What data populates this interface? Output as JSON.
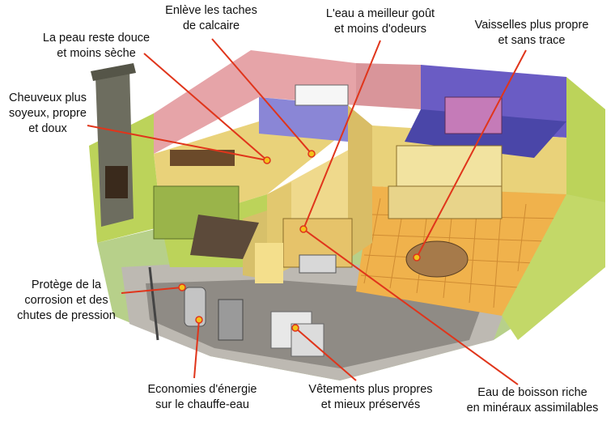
{
  "labels": {
    "calcaire": [
      "Enlève les taches",
      "de calcaire"
    ],
    "eau_gout": [
      "L'eau a meilleur goût",
      "et moins d'odeurs"
    ],
    "vaisselle": [
      "Vaisselles plus propre",
      "et sans trace"
    ],
    "peau": [
      "La peau reste douce",
      "et moins sèche"
    ],
    "cheveux": [
      "Cheuveux plus",
      "soyeux, propre",
      "et doux"
    ],
    "corrosion": [
      "Protège de la",
      "corrosion et des",
      "chutes de pression"
    ],
    "energie": [
      "Economies d'énergie",
      "sur le chauffe-eau"
    ],
    "vetements": [
      "Vêtements plus propres",
      "et mieux préservés"
    ],
    "boisson": [
      "Eau de boisson riche",
      "en minéraux assimilables"
    ]
  },
  "colors": {
    "pointer": "#e0351b",
    "dot": "#f3c21a",
    "wall_yellow": "#e9d27a",
    "wall_green": "#bcd35a",
    "wall_pink": "#e6a4a8",
    "wall_purple": "#6a5cc4",
    "floor_tile": "#f0b24c",
    "ground": "#c9c6c0"
  }
}
